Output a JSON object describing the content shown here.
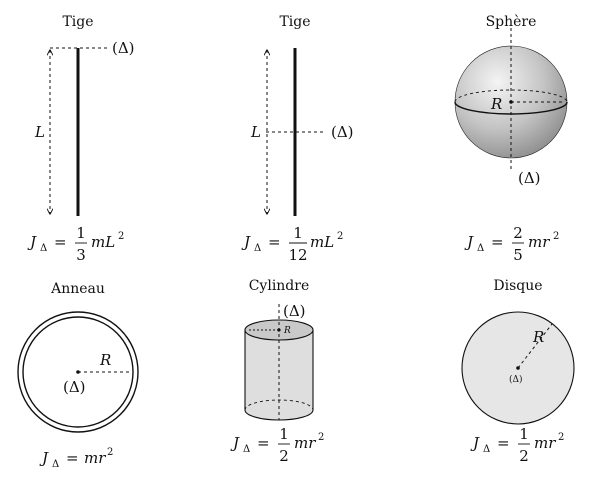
{
  "labels": {
    "delta": "(Δ)",
    "L": "L",
    "R": "R",
    "J": "J",
    "delta_sub": "Δ",
    "eq": "="
  },
  "panels": [
    {
      "title": "Tige",
      "formula": {
        "num": "1",
        "den": "3",
        "tail": "mL",
        "exp": "2"
      }
    },
    {
      "title": "Tige",
      "formula": {
        "num": "1",
        "den": "12",
        "tail": "mL",
        "exp": "2"
      }
    },
    {
      "title": "Sphère",
      "formula": {
        "num": "2",
        "den": "5",
        "tail": "mr",
        "exp": "2"
      }
    },
    {
      "title": "Anneau",
      "formula": {
        "num": "",
        "den": "",
        "tail": "mr",
        "exp": "2"
      }
    },
    {
      "title": "Cylindre",
      "formula": {
        "num": "1",
        "den": "2",
        "tail": "mr",
        "exp": "2"
      }
    },
    {
      "title": "Disque",
      "formula": {
        "num": "1",
        "den": "2",
        "tail": "mr",
        "exp": "2"
      }
    }
  ],
  "colors": {
    "ink": "#111111",
    "sphere_light": "#f2f2f2",
    "sphere_dark": "#8c8c8c",
    "cylinder_fill": "#dedede",
    "disk_fill": "#e6e6e6"
  }
}
